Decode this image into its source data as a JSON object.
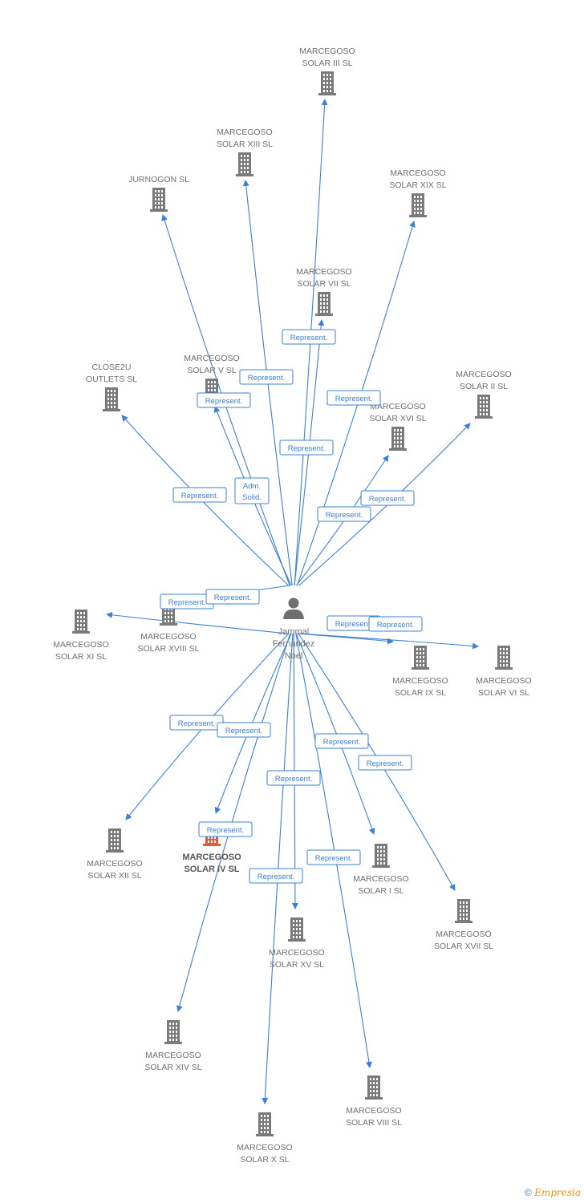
{
  "center": {
    "name_lines": [
      "Jammal",
      "Fernandez",
      "Noel"
    ]
  },
  "companies": [
    {
      "id": "solar3",
      "lines": [
        "MARCEGOSO",
        "SOLAR III SL"
      ]
    },
    {
      "id": "solar13",
      "lines": [
        "MARCEGOSO",
        "SOLAR XIII SL"
      ]
    },
    {
      "id": "solar19",
      "lines": [
        "MARCEGOSO",
        "SOLAR XIX SL"
      ]
    },
    {
      "id": "jurnogon",
      "lines": [
        "JURNOGON  SL"
      ]
    },
    {
      "id": "solar7",
      "lines": [
        "MARCEGOSO",
        "SOLAR VII SL"
      ]
    },
    {
      "id": "close2u",
      "lines": [
        "CLOSE2U",
        "OUTLETS SL"
      ]
    },
    {
      "id": "solar5",
      "lines": [
        "MARCEGOSO",
        "SOLAR V SL"
      ]
    },
    {
      "id": "solar2",
      "lines": [
        "MARCEGOSO",
        "SOLAR II SL"
      ]
    },
    {
      "id": "solar16",
      "lines": [
        "MARCEGOSO",
        "SOLAR XVI SL"
      ]
    },
    {
      "id": "solar11",
      "lines": [
        "MARCEGOSO",
        "SOLAR XI SL"
      ]
    },
    {
      "id": "solar18",
      "lines": [
        "MARCEGOSO",
        "SOLAR XVIII SL"
      ]
    },
    {
      "id": "solar9",
      "lines": [
        "MARCEGOSO",
        "SOLAR IX SL"
      ]
    },
    {
      "id": "solar6",
      "lines": [
        "MARCEGOSO",
        "SOLAR VI SL"
      ]
    },
    {
      "id": "solar12",
      "lines": [
        "MARCEGOSO",
        "SOLAR XII SL"
      ]
    },
    {
      "id": "solar4",
      "lines": [
        "MARCEGOSO",
        "SOLAR IV SL"
      ],
      "highlight": true
    },
    {
      "id": "solar1",
      "lines": [
        "MARCEGOSO",
        "SOLAR I SL"
      ]
    },
    {
      "id": "solar17",
      "lines": [
        "MARCEGOSO",
        "SOLAR XVII SL"
      ]
    },
    {
      "id": "solar15",
      "lines": [
        "MARCEGOSO",
        "SOLAR XV SL"
      ]
    },
    {
      "id": "solar14",
      "lines": [
        "MARCEGOSO",
        "SOLAR XIV SL"
      ]
    },
    {
      "id": "solar8",
      "lines": [
        "MARCEGOSO",
        "SOLAR VIII SL"
      ]
    },
    {
      "id": "solar10",
      "lines": [
        "MARCEGOSO",
        "SOLAR X SL"
      ]
    }
  ],
  "relations": [
    {
      "to": "solar3",
      "label": [
        "Represent."
      ]
    },
    {
      "to": "solar13",
      "label": [
        "Represent."
      ]
    },
    {
      "to": "solar19",
      "label": [
        "Represent."
      ]
    },
    {
      "to": "jurnogon",
      "label": [
        "Represent."
      ]
    },
    {
      "to": "solar7",
      "label": [
        "Represent."
      ]
    },
    {
      "to": "close2u",
      "label": [
        "Represent."
      ]
    },
    {
      "to": "solar5",
      "label": [
        "Adm.",
        "Solid."
      ]
    },
    {
      "to": "solar2",
      "label": [
        "Represent."
      ]
    },
    {
      "to": "solar16",
      "label": [
        "Represent."
      ]
    },
    {
      "to": "solar11",
      "label": [
        "Represent."
      ]
    },
    {
      "to": "solar18",
      "label": [
        "Represent."
      ]
    },
    {
      "to": "solar9",
      "label": [
        "Represent."
      ]
    },
    {
      "to": "solar6",
      "label": [
        "Represent."
      ]
    },
    {
      "to": "solar12",
      "label": [
        "Represent."
      ]
    },
    {
      "to": "solar4",
      "label": [
        "Represent."
      ]
    },
    {
      "to": "solar1",
      "label": [
        "Represent."
      ]
    },
    {
      "to": "solar17",
      "label": [
        "Represent."
      ]
    },
    {
      "to": "solar15",
      "label": [
        "Represent."
      ]
    },
    {
      "to": "solar14",
      "label": [
        "Represent."
      ]
    },
    {
      "to": "solar8",
      "label": [
        "Represent."
      ]
    },
    {
      "to": "solar10",
      "label": [
        "Represent."
      ]
    }
  ],
  "footer": {
    "copyright": "©",
    "brand": "Empresia"
  },
  "colors": {
    "edge": "#3b80d6",
    "building": "#7a7a7a",
    "highlight": "#e8583a"
  },
  "icons": {
    "company": "building-icon",
    "person": "person-icon"
  }
}
